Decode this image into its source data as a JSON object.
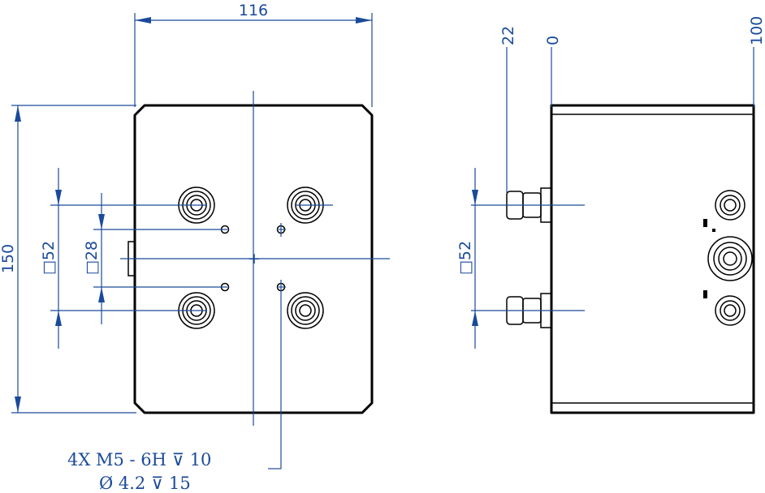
{
  "front_view": {
    "width_dim": "116",
    "height_dim": "150",
    "outer_square_dim": "□52",
    "inner_square_dim": "□28"
  },
  "side_view": {
    "position_22": "22",
    "position_0": "0",
    "position_100": "100",
    "square_dim": "□52"
  },
  "note": {
    "line1": "4X  M5 - 6H ⊽ 10",
    "line2": "Ø 4.2 ⊽ 15"
  },
  "colors": {
    "dimension": "#1a4a9a",
    "outline": "#000000"
  }
}
